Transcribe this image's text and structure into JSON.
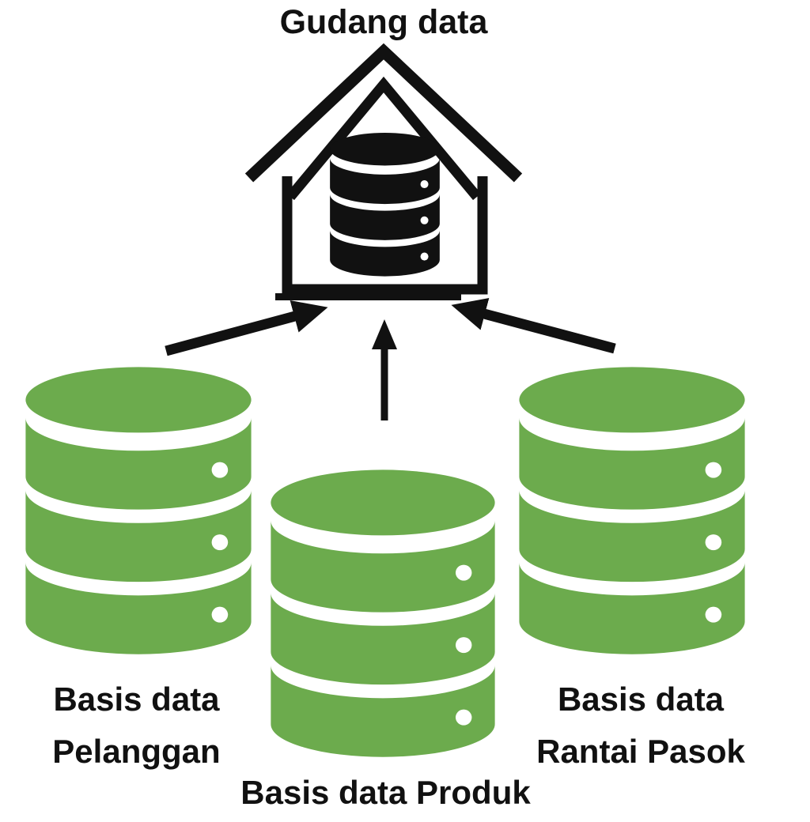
{
  "colors": {
    "ink": "#111111",
    "db-green": "#6cab4d",
    "dot": "#ffffff",
    "bg": "#ffffff"
  },
  "warehouse": {
    "label": "Gudang data",
    "icon": "warehouse-with-database-icon"
  },
  "sources": [
    {
      "id": "pelanggan",
      "icon": "database-icon",
      "label_lines": [
        "Basis data",
        "Pelanggan"
      ]
    },
    {
      "id": "produk",
      "icon": "database-icon",
      "label_lines": [
        "Basis data Produk"
      ]
    },
    {
      "id": "rantai-pasok",
      "icon": "database-icon",
      "label_lines": [
        "Basis data",
        "Rantai Pasok"
      ]
    }
  ],
  "arrows": [
    {
      "from": "Basis data Pelanggan",
      "to": "Gudang data"
    },
    {
      "from": "Basis data Produk",
      "to": "Gudang data"
    },
    {
      "from": "Basis data Rantai Pasok",
      "to": "Gudang data"
    }
  ]
}
